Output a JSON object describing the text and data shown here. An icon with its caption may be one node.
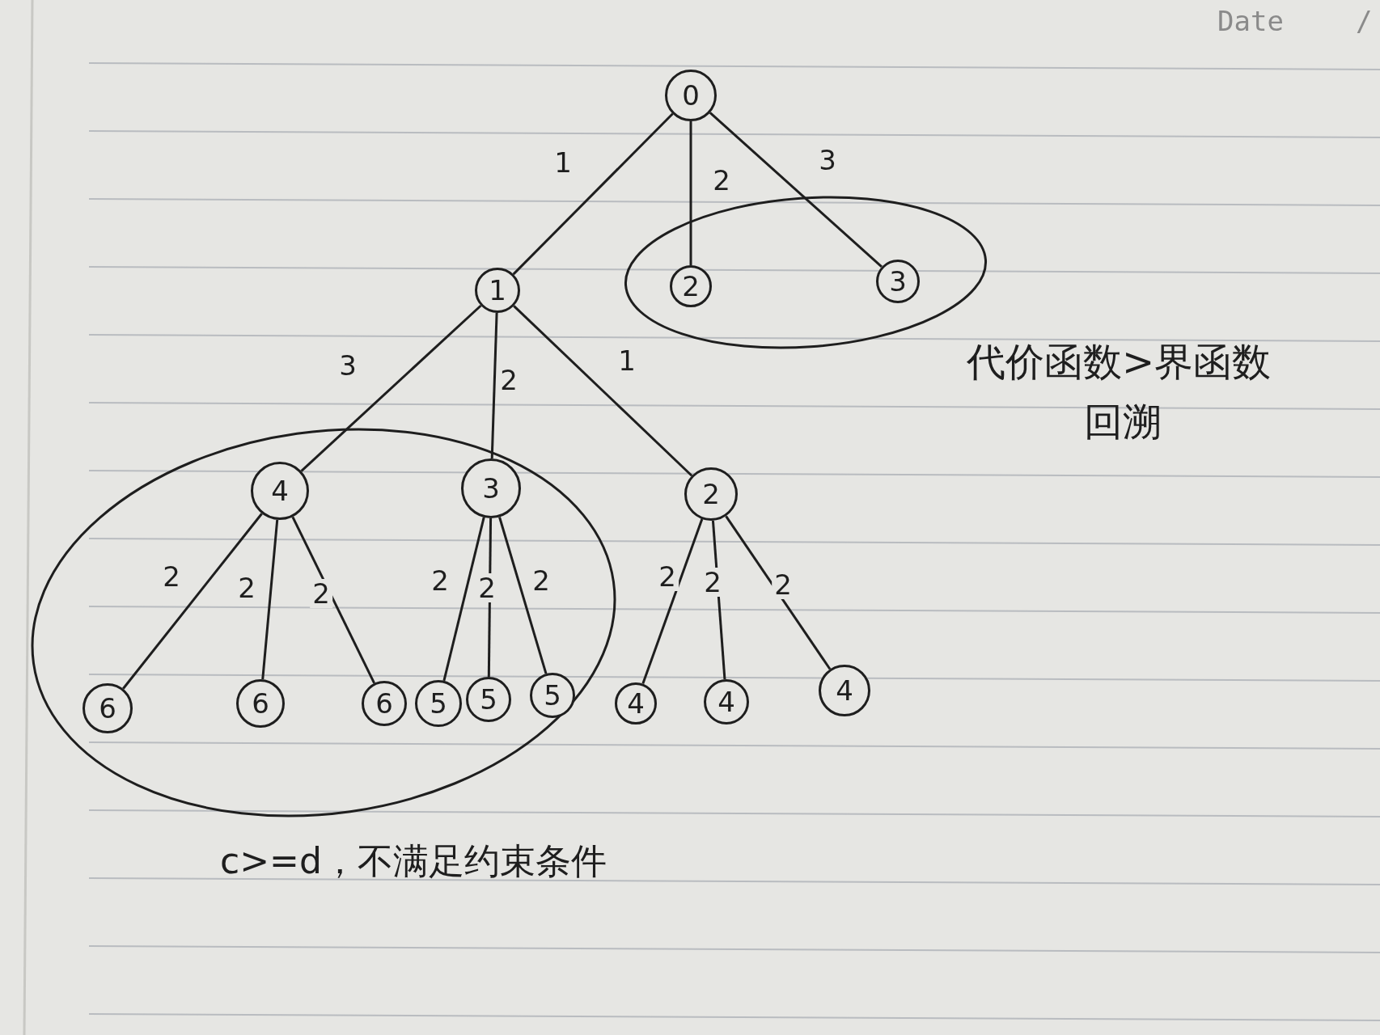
{
  "diagram": {
    "nodes": [
      {
        "text": [
          "0"
        ]
      },
      {
        "text": [
          "1"
        ]
      },
      {
        "text": [
          "2"
        ]
      },
      {
        "text": [
          "3"
        ]
      },
      {
        "text": [
          "4"
        ]
      },
      {
        "text": [
          "3"
        ]
      },
      {
        "text": [
          "2"
        ]
      },
      {
        "text": [
          "6"
        ]
      },
      {
        "text": [
          "6"
        ]
      },
      {
        "text": [
          "6"
        ]
      },
      {
        "text": [
          "5"
        ]
      },
      {
        "text": [
          "5"
        ]
      },
      {
        "text": [
          "5"
        ]
      },
      {
        "text": [
          "4"
        ]
      },
      {
        "text": [
          "4"
        ]
      },
      {
        "text": [
          "4"
        ]
      }
    ],
    "edges": [
      {
        "from": 0,
        "to": 1,
        "arrow": "none",
        "label": "1"
      },
      {
        "from": 0,
        "to": 2,
        "arrow": "none",
        "label": "2"
      },
      {
        "from": 0,
        "to": 3,
        "arrow": "none",
        "label": "3"
      },
      {
        "from": 1,
        "to": 4,
        "arrow": "none",
        "label": "3"
      },
      {
        "from": 1,
        "to": 5,
        "arrow": "none",
        "label": "2"
      },
      {
        "from": 1,
        "to": 6,
        "arrow": "none",
        "label": "1"
      },
      {
        "from": 4,
        "to": 7,
        "arrow": "none",
        "label": "2"
      },
      {
        "from": 4,
        "to": 8,
        "arrow": "none",
        "label": "2"
      },
      {
        "from": 4,
        "to": 9,
        "arrow": "none",
        "label": "2"
      },
      {
        "from": 5,
        "to": 10,
        "arrow": "none",
        "label": "2"
      },
      {
        "from": 5,
        "to": 11,
        "arrow": "none",
        "label": "2"
      },
      {
        "from": 5,
        "to": 12,
        "arrow": "none",
        "label": "2"
      },
      {
        "from": 6,
        "to": 13,
        "arrow": "none",
        "label": "2"
      },
      {
        "from": 6,
        "to": 14,
        "arrow": "none",
        "label": "2"
      },
      {
        "from": 6,
        "to": 15,
        "arrow": "none",
        "label": "2"
      }
    ],
    "labels": [
      "Date",
      "/",
      "代价函数>界函数",
      "回溯",
      "c>=d，不满足约束条件"
    ]
  }
}
